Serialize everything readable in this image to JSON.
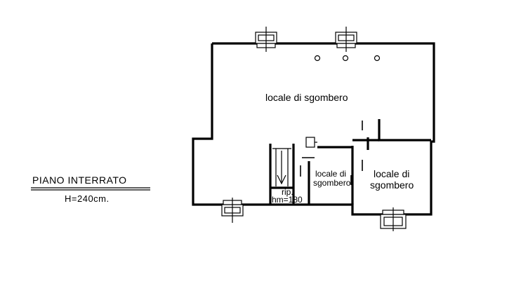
{
  "caption": {
    "title": "PIANO INTERRATO",
    "height": "H=240cm."
  },
  "rooms": {
    "main": "locale di sgombero",
    "small_line1": "locale di",
    "small_line2": "sgombero",
    "right_line1": "locale di",
    "right_line2": "sgombero",
    "rip_line1": "rip.",
    "rip_line2": "hm=180"
  }
}
